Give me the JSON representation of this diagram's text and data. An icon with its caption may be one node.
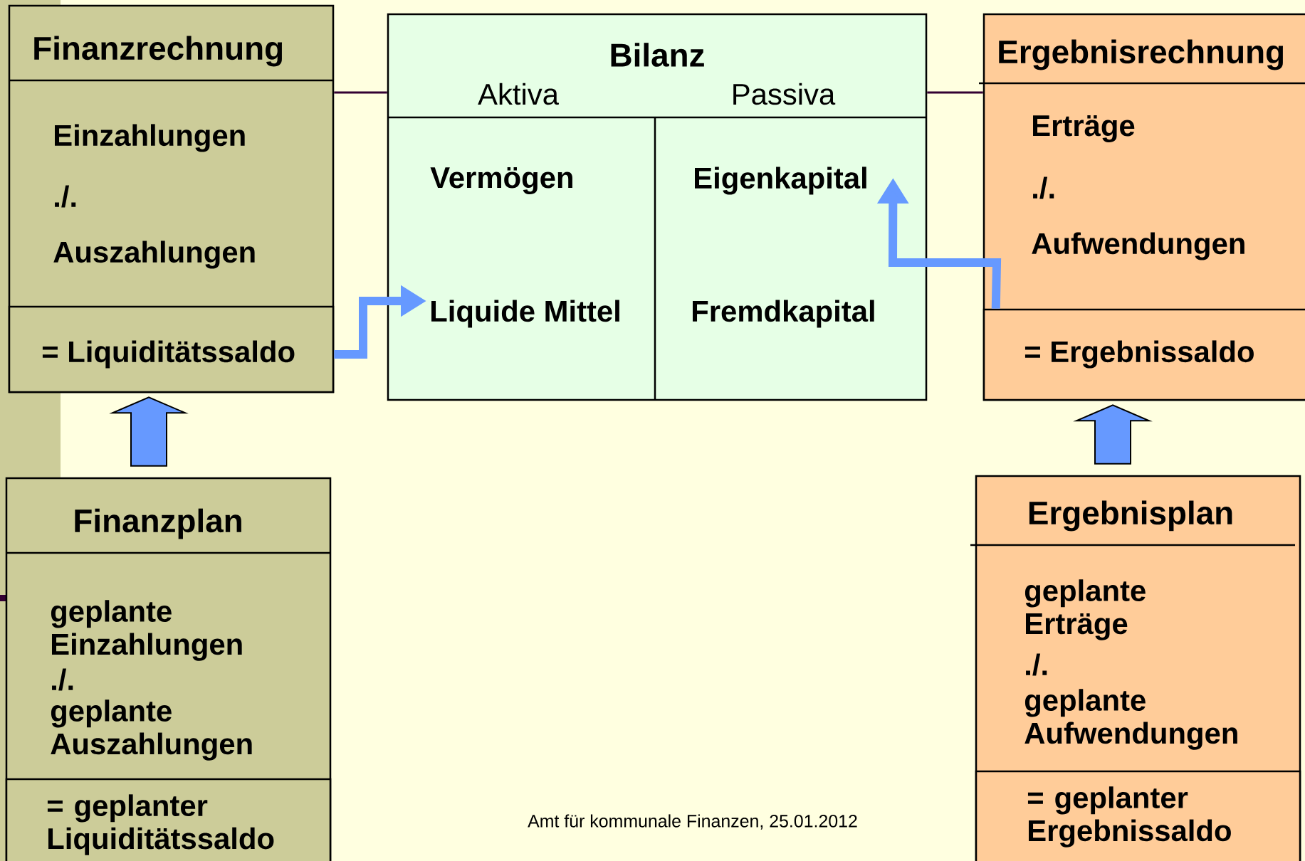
{
  "diagram": {
    "nodes": [
      {
        "text": [
          "Finanzrechnung",
          "Einzahlungen",
          "./.",
          "Auszahlungen"
        ]
      },
      {
        "text": [
          "= Liquiditätssaldo"
        ],
        "in": 0
      },
      {
        "text": [
          "Bilanz",
          "Aktiva",
          "Passiva"
        ]
      },
      {
        "text": [
          "Vermögen"
        ],
        "in": 2
      },
      {
        "text": [
          "Liquide Mittel"
        ],
        "in": 2
      },
      {
        "text": [
          "Eigenkapital"
        ],
        "in": 2
      },
      {
        "text": [
          "Fremdkapital"
        ],
        "in": 2
      },
      {
        "text": [
          "Ergebnisrechnung",
          "Erträge",
          "./.",
          "Aufwendungen"
        ]
      },
      {
        "text": [
          "= Ergebnissaldo"
        ],
        "in": 7
      },
      {
        "text": [
          "Finanzplan",
          "geplante Einzahlungen",
          "./.",
          "geplante Auszahlungen"
        ]
      },
      {
        "text": [
          "= geplanter Liquiditätssaldo"
        ],
        "in": 9
      },
      {
        "text": [
          "Ergebnisplan",
          "geplante Erträge",
          "./.",
          "geplante Aufwendungen"
        ]
      },
      {
        "text": [
          "= geplanter Ergebnissaldo"
        ],
        "in": 11
      }
    ],
    "edges": [
      {
        "from": 0,
        "to": 2,
        "arrow": "none",
        "color": "#330033"
      },
      {
        "from": 2,
        "to": 7,
        "arrow": "none",
        "color": "#330033"
      },
      {
        "from": 1,
        "to": 4,
        "arrow": "to",
        "style": "thick",
        "color": "#6699ff"
      },
      {
        "from": 8,
        "to": 5,
        "arrow": "to",
        "style": "thick",
        "color": "#6699ff"
      },
      {
        "from": 9,
        "to": 1,
        "arrow": "to",
        "style": "thick",
        "color": "#6699ff"
      },
      {
        "from": 11,
        "to": 8,
        "arrow": "to",
        "style": "thick",
        "color": "#6699ff"
      }
    ],
    "labels": [
      "Amt für kommunale Finanzen, 25.01.2012"
    ]
  }
}
